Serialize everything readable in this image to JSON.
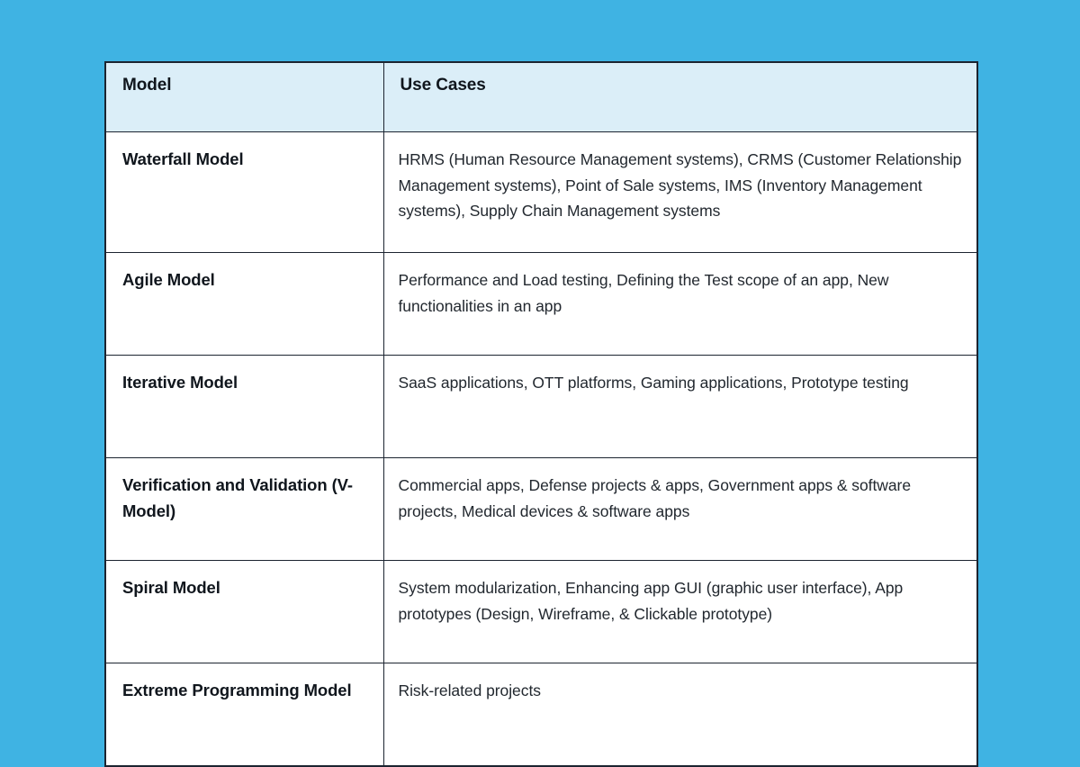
{
  "page": {
    "background_color": "#3fb3e3",
    "table_border_color": "#1c2430",
    "header_background_color": "#dbeef8",
    "text_color": "#10161d"
  },
  "table": {
    "headers": [
      "Model",
      "Use Cases"
    ],
    "rows": [
      {
        "model": "Waterfall Model",
        "use_cases": "HRMS (Human Resource Management systems), CRMS (Customer Relationship Management systems), Point of Sale systems, IMS (Inventory Management systems), Supply Chain Management systems"
      },
      {
        "model": "Agile Model",
        "use_cases": "Performance and Load testing, Defining the Test scope of an app, New functionalities in an app"
      },
      {
        "model": "Iterative Model",
        "use_cases": "SaaS applications, OTT platforms, Gaming applications, Prototype testing"
      },
      {
        "model": "Verification and Validation (V-Model)",
        "use_cases": "Commercial apps, Defense projects & apps, Government apps & software projects, Medical devices & software apps"
      },
      {
        "model": "Spiral Model",
        "use_cases": "System modularization, Enhancing app GUI (graphic user interface), App prototypes (Design, Wireframe, & Clickable prototype)"
      },
      {
        "model": "Extreme Programming Model",
        "use_cases": "Risk-related projects"
      }
    ]
  }
}
